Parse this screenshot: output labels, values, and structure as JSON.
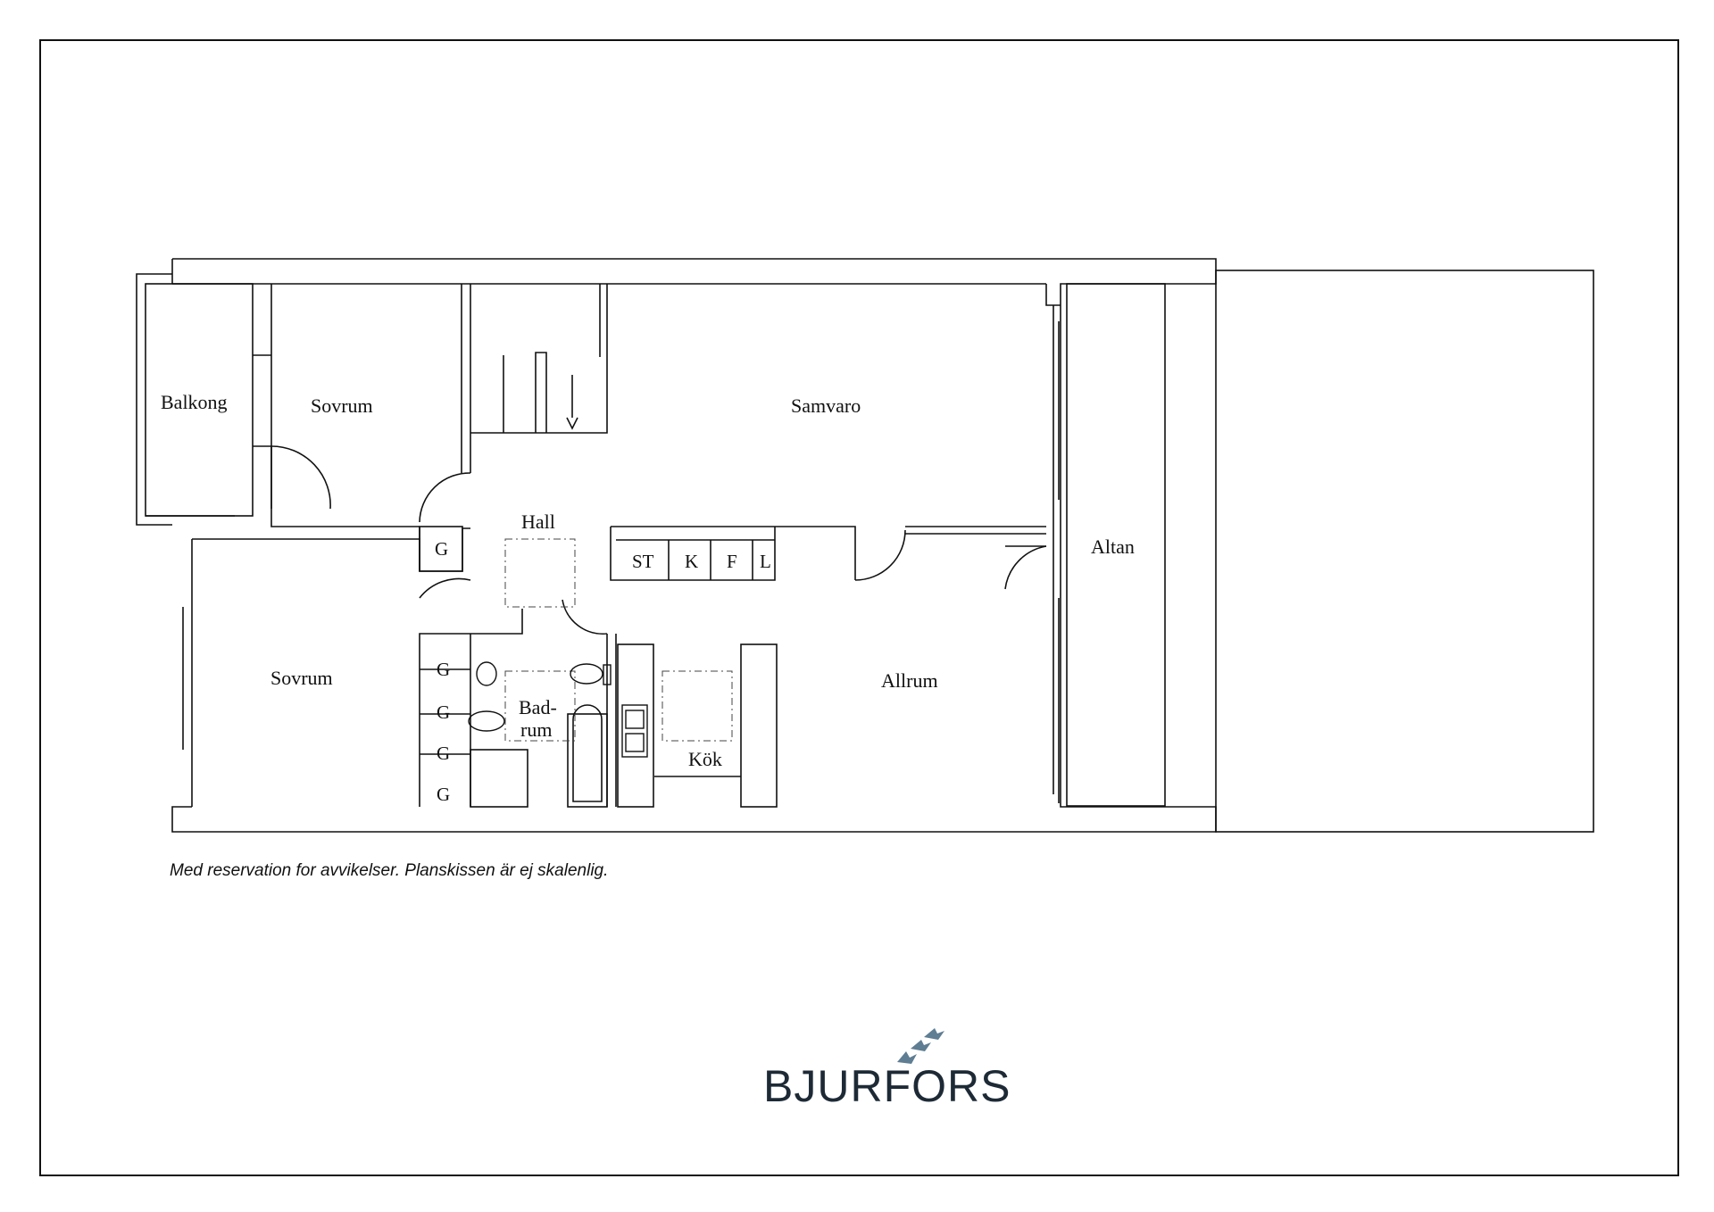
{
  "rooms": {
    "balkong": "Balkong",
    "sovrum_top": "Sovrum",
    "samvaro": "Samvaro",
    "hall": "Hall",
    "altan": "Altan",
    "sovrum_bottom": "Sovrum",
    "badrum_line1": "Bad-",
    "badrum_line2": "rum",
    "allrum": "Allrum",
    "kok": "Kök"
  },
  "closets": {
    "g": "G",
    "st": "ST",
    "k": "K",
    "f": "F",
    "l": "L"
  },
  "disclaimer": "Med reservation for avvikelser. Planskissen är ej skalenlig.",
  "brand": {
    "name": "BJURFORS",
    "color": "#1d2a36",
    "bird_color": "#5f7d93"
  },
  "colors": {
    "wall": "#111111",
    "background": "#ffffff"
  }
}
